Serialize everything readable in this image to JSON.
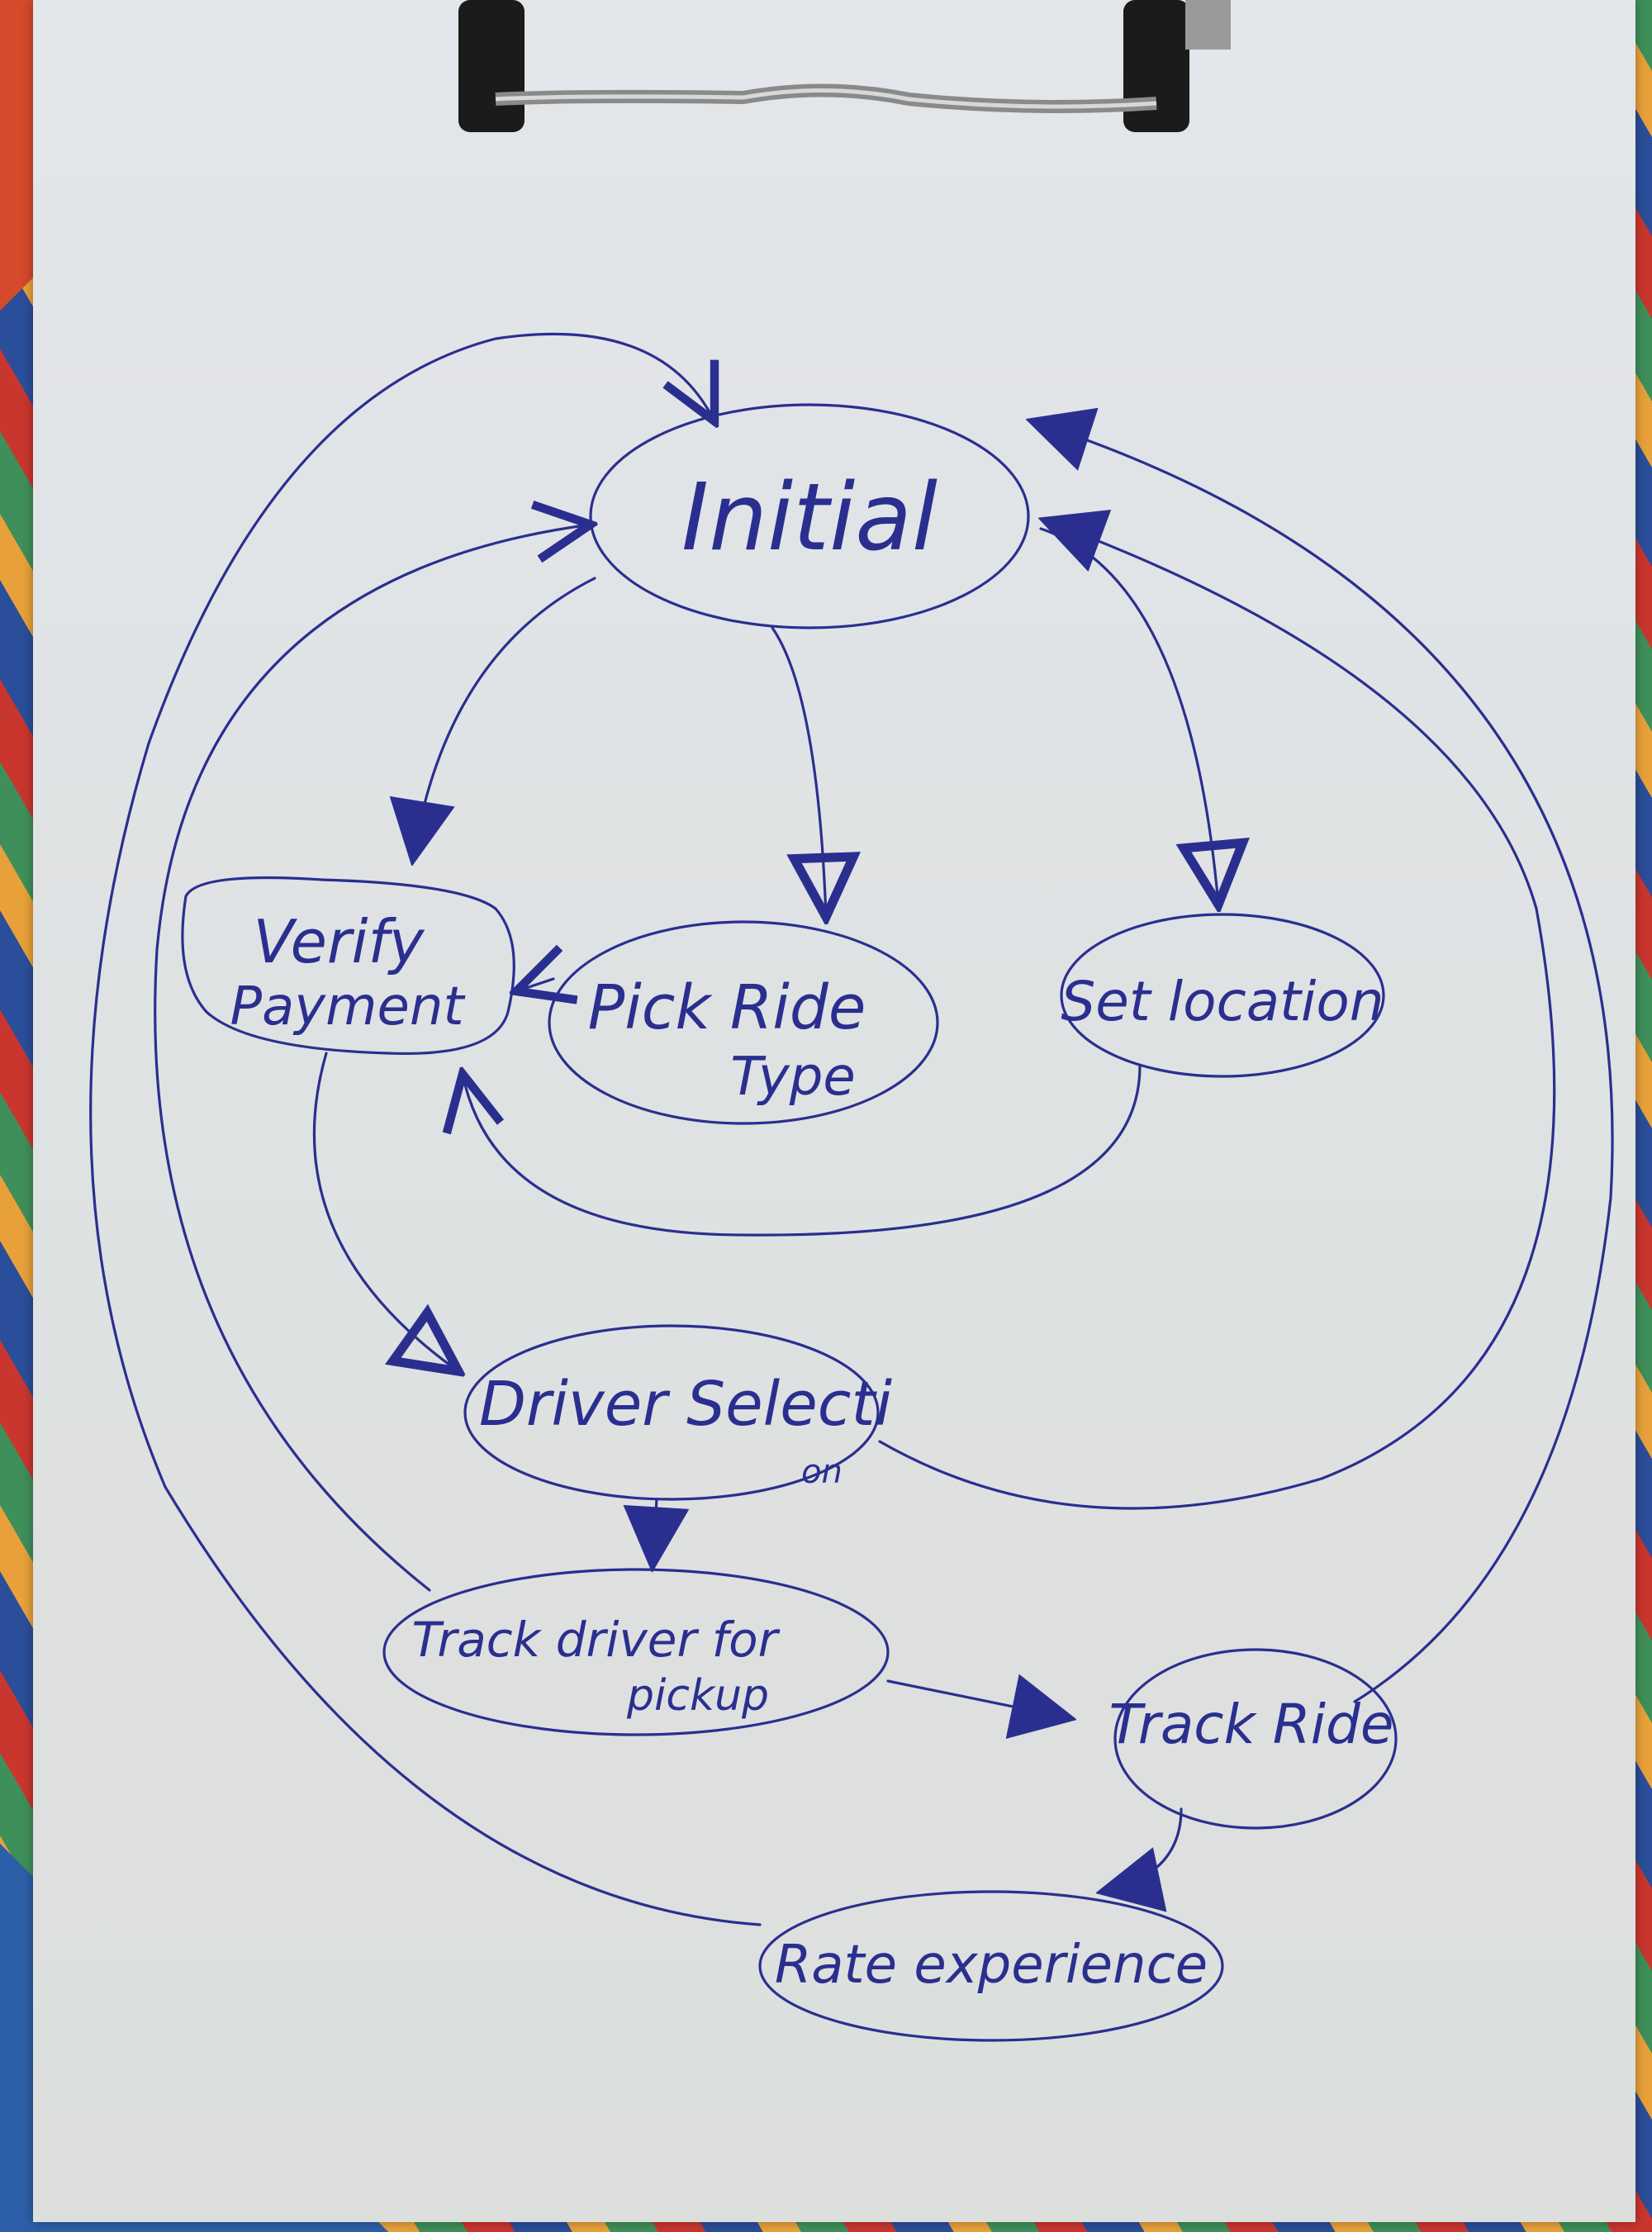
{
  "diagram": {
    "ink_color": "#2a2f8f",
    "nodes": {
      "initial": "Initial",
      "verify_payment": [
        "Verify",
        "Payment"
      ],
      "pick_ride_type": [
        "Pick Ride",
        "Type"
      ],
      "set_location": "Set location",
      "driver_selection": [
        "Driver Selecti",
        "on"
      ],
      "track_driver_pickup": [
        "Track driver for",
        "pickup"
      ],
      "track_ride": "Track Ride",
      "rate_experience": "Rate experience"
    }
  }
}
